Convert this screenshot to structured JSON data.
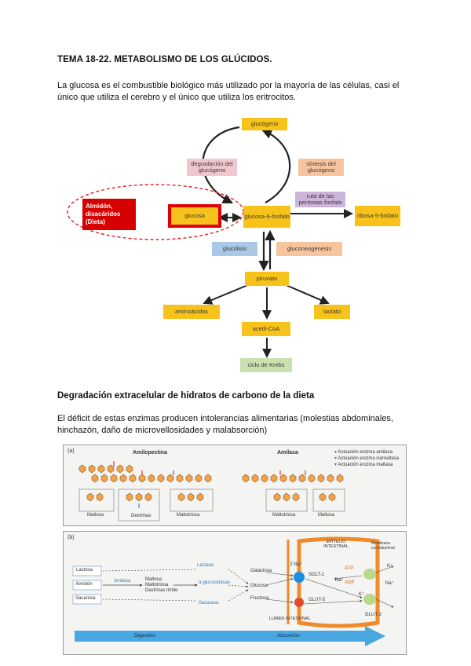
{
  "doc": {
    "title": "TEMA 18-22. METABOLISMO DE LOS GLÚCIDOS.",
    "intro": "La glucosa es el combustible biológico más utilizado por la mayoría de las células, casi el único que utiliza el cerebro y el único que utiliza los eritrocitos.",
    "section2_heading": "Degradación extracelular de hidratos de carbono de la dieta",
    "section2_text": "El déficit de estas enzimas producen intolerancias alimentarias (molestias abdominales, hinchazón, daño de microvellosidades y malabsorción)"
  },
  "diagram": {
    "glucogeno": "glucógeno",
    "degradacion": "degradación del glucógeno",
    "sintesis": "síntesis del glucógeno",
    "ruta": "ruta de las pentosas fosfato",
    "dieta": "Almidón, disacáridos (Dieta)",
    "glucosa": "glucosa",
    "g6p": "glucosa-6-fosfato",
    "ribosa": "ribosa-5-fosfato",
    "glucolisis": "glucólisis",
    "gluconeogenesis": "gluconeogénesis",
    "piruvato": "piruvato",
    "aminoacidos": "aminoácidos",
    "lactato": "lactato",
    "acetilcoa": "acetil-CoA",
    "krebs": "ciclo de Krebs"
  },
  "panel_a": {
    "tag": "(a)",
    "amilopectina": "Amilopectina",
    "amilasa": "Amilasa",
    "legend": [
      "Actuación enzima amilasa",
      "Actuación enzima isomaltasa",
      "Actuación enzima maltasa"
    ],
    "products_left": [
      "Maltosa",
      "Dextrinas",
      "Maltotriosa"
    ],
    "products_right": [
      "Maltotriosa",
      "Maltosa"
    ],
    "colors": {
      "amilasa": "#d93a3a",
      "isomaltasa": "#3a7fd9",
      "maltasa": "#7a4fb5"
    }
  },
  "panel_b": {
    "tag": "(b)",
    "inputs": [
      "Lactosa",
      "Almidón",
      "Sacarosa"
    ],
    "amilasa": "Amilasa",
    "middle": [
      "Maltosa",
      "Maltotriosa",
      "Dextrinas límite"
    ],
    "lactasa": "Lactasa",
    "glucosidasas": "α-glucosidasas",
    "sacarasa": "Sacarasa",
    "products": [
      "Galactosa",
      "Glucosa",
      "Fructosa"
    ],
    "epitelio": "EPITELIO INTESTINAL",
    "membrana": "Membrana contraluminal",
    "sglt": "SGLT-1",
    "glut5": "GLUT-5",
    "glut2": "GLUT-2",
    "atp": "ATP",
    "adp": "ADP",
    "na2": "2 Na⁺",
    "na": "Na⁺",
    "k": "K⁺",
    "na3": "Na⁺",
    "k2": "K⁺",
    "lumen": "LUMEN INTESTINAL",
    "digestion": "Digestión",
    "absorcion": "Absorción"
  }
}
